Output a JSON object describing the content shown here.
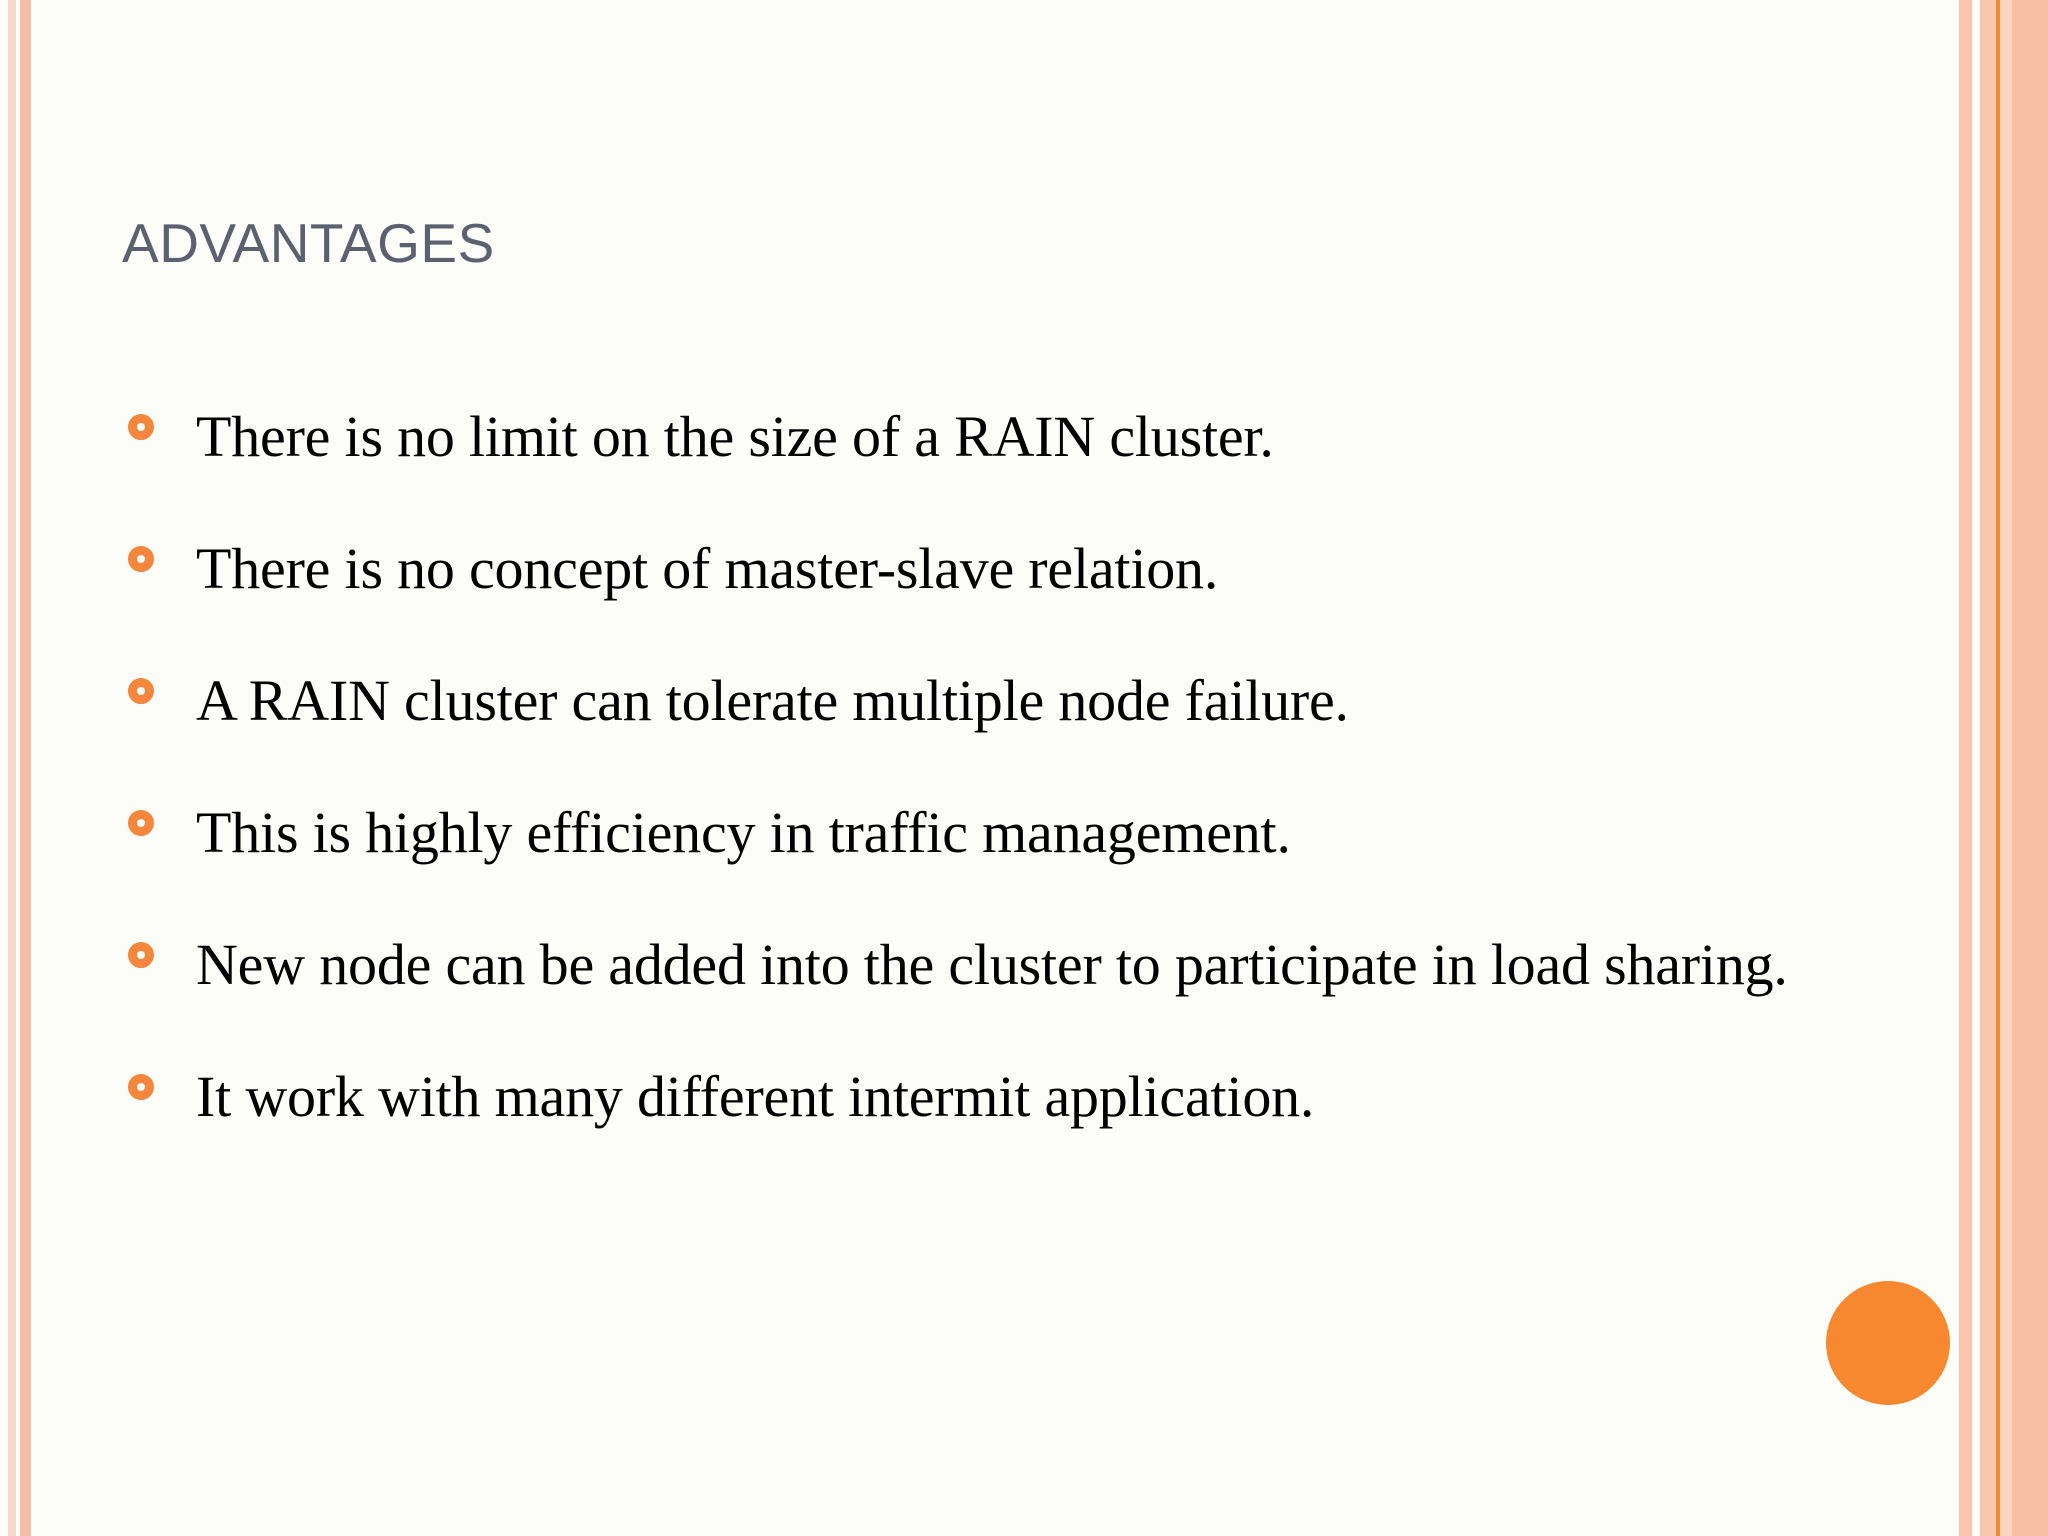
{
  "slide": {
    "title": "Advantages",
    "background_color": "#FCFDF9",
    "title_color": "#5C6170",
    "accent_color": "#F5873C",
    "bullet_text_color": "#000000"
  },
  "decor": {
    "left_stripe_light_color": "#F6D9CA",
    "left_stripe_dark_color": "#F5BFA6",
    "right_stripe_color": "#F9C6AE",
    "right_accent_line_color": "#F08835",
    "circle_color": "#F7882F",
    "circle_name": "orange-circle-decoration"
  },
  "bullets": [
    {
      "text": "There is no limit on the size of a RAIN cluster.",
      "justify": false
    },
    {
      "text": "There is no concept of master-slave relation.",
      "justify": false
    },
    {
      "text": "A RAIN cluster can tolerate multiple node failure.",
      "justify": false
    },
    {
      "text": "This is highly efficiency in traffic management.",
      "justify": false
    },
    {
      "text": "New node can be added into the cluster to participate in load sharing.",
      "justify": true
    },
    {
      "text": "It work with many different intermit application.",
      "justify": false
    }
  ]
}
